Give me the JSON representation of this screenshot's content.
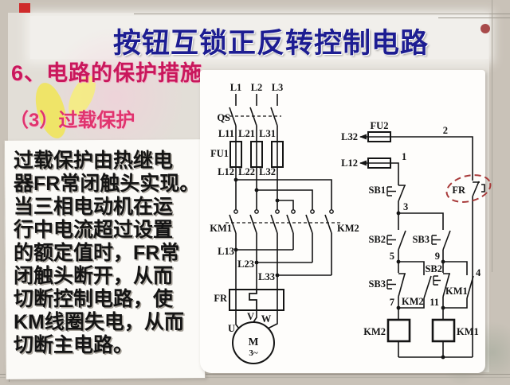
{
  "slide": {
    "title": "按钮互锁正反转控制电路",
    "section_heading": "6、电路的保护措施",
    "sub_heading": "（3）过载保护",
    "body_text": "过载保护由热继电\n器FR常闭触头实现。\n当三相电动机在运\n行中电流超过设置\n的额定值时，FR常\n闭触头断开，从而\n切断控制电路，使\nKM线圈失电，从而\n切断主电路。"
  },
  "colors": {
    "title_blue": "#1d1d92",
    "section_heading_red": "#c9175c",
    "sub_heading_pink": "#e0336e",
    "circuit_line_black": "#141414",
    "overload_highlight_red": "#a83a3a",
    "accent_square_red": "#cf2b2b",
    "accent_dot_red": "#a84a4a"
  },
  "diagram": {
    "main_circuit": {
      "phase_l1": "L1",
      "phase_l2": "L2",
      "phase_l3": "L3",
      "switch": "QS",
      "l11": "L11",
      "l21": "L21",
      "l31": "L31",
      "fuse": "FU1",
      "l12": "L12",
      "l22": "L22",
      "l32": "L32",
      "contactor_fwd": "KM1",
      "contactor_rev": "KM2",
      "l13": "L13",
      "l23": "L23",
      "l33": "L33",
      "thermal_relay": "FR",
      "term_u": "U",
      "term_v": "V",
      "term_w": "W",
      "motor": "M",
      "motor_type": "3~"
    },
    "control_circuit": {
      "line_l32": "L32",
      "fuse2": "FU2",
      "node2": "2",
      "line_l12": "L12",
      "node1": "1",
      "stop_button": "SB1",
      "node3": "3",
      "overload_contact": "FR",
      "fwd_start_button": "SB2",
      "node5": "5",
      "interlock_button_sb3": "SB3",
      "latch_contact_km2": "KM2",
      "node7": "7",
      "coil_km2": "KM2",
      "rev_start_button": "SB3",
      "node9": "9",
      "interlock_button_sb2": "SB2",
      "latch_contact_km1": "KM1",
      "node11": "11",
      "coil_km1": "KM1",
      "node4": "4"
    }
  }
}
